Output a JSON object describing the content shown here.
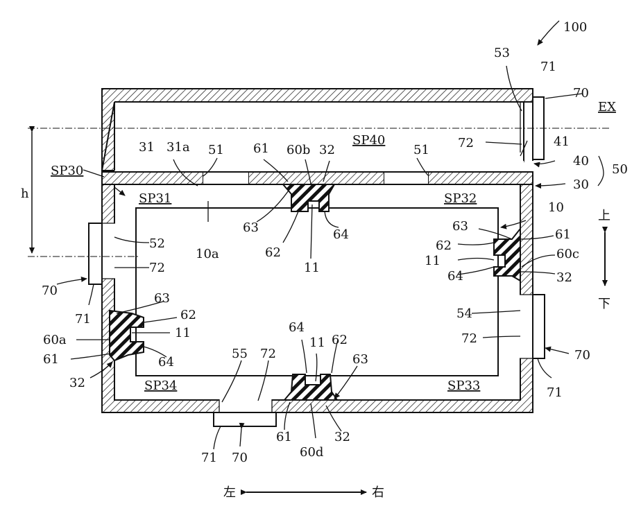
{
  "figure_ref": "100",
  "exterior_label": "EX",
  "labels": {
    "n10": "10",
    "n10a": "10a",
    "n11": "11",
    "n30": "30",
    "n31": "31",
    "n31a": "31a",
    "n32": "32",
    "n40": "40",
    "n41": "41",
    "n50": "50",
    "n51": "51",
    "n52": "52",
    "n53": "53",
    "n54": "54",
    "n55": "55",
    "n60a": "60a",
    "n60b": "60b",
    "n60c": "60c",
    "n60d": "60d",
    "n61": "61",
    "n62": "62",
    "n63": "63",
    "n64": "64",
    "n70": "70",
    "n71": "71",
    "n72": "72",
    "h": "h"
  },
  "spaces": {
    "sp30": "SP30",
    "sp31": "SP31",
    "sp32": "SP32",
    "sp33": "SP33",
    "sp34": "SP34",
    "sp40": "SP40"
  },
  "directions": {
    "up": "上",
    "down": "下",
    "left": "左",
    "right": "右"
  }
}
